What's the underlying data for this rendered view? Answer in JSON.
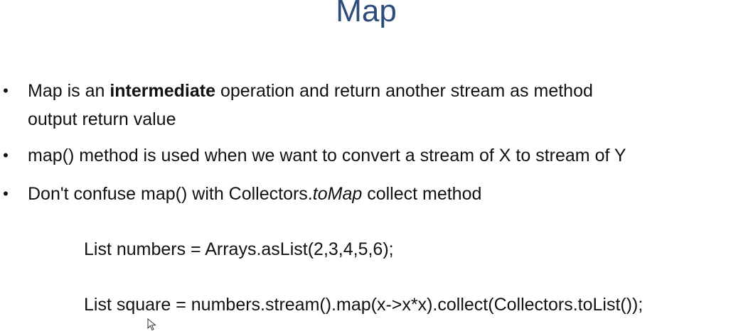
{
  "slide": {
    "title": "Map",
    "bullets": [
      {
        "marker": "•",
        "line1_pre": "Map is an ",
        "line1_bold": "intermediate",
        "line1_post": " operation and return another stream as method",
        "line2": "output return value"
      },
      {
        "marker": "•",
        "text": "map() method is used when we want to convert a stream of X to stream of Y"
      },
      {
        "marker": "•",
        "pre": "Don't confuse map() with Collectors.",
        "italic": "toMap",
        "post": " collect method"
      }
    ],
    "code": [
      "List numbers = Arrays.asList(2,3,4,5,6);",
      "List square = numbers.stream().map(x->x*x).collect(Collectors.toList());"
    ]
  },
  "colors": {
    "title": "#2e4d7b",
    "text": "#111111",
    "background": "#ffffff"
  },
  "icons": {
    "cursor": "mouse-pointer-icon"
  }
}
